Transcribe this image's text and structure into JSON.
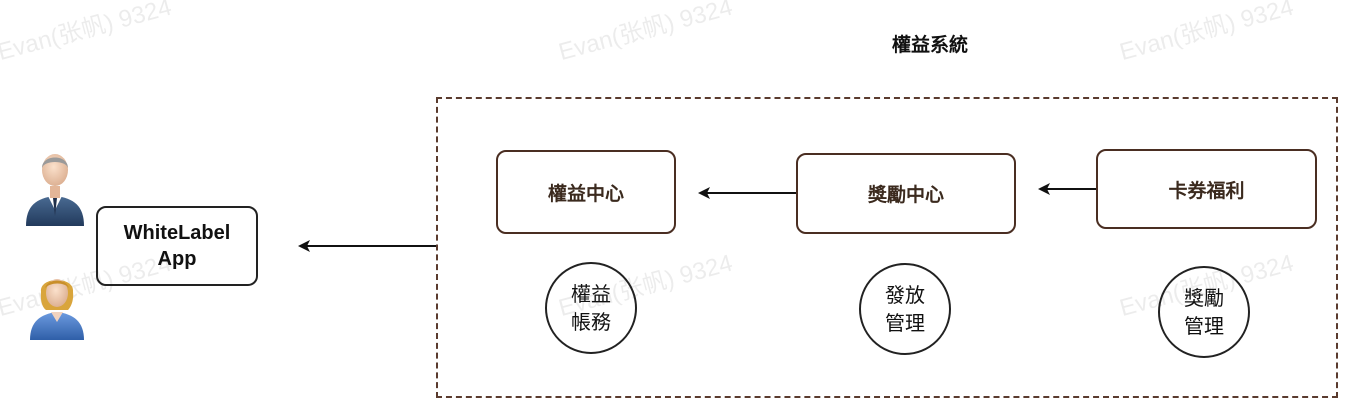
{
  "watermark": "Evan(张帆) 9324",
  "title": "權益系統",
  "app": {
    "line1": "WhiteLabel",
    "line2": "App"
  },
  "boxes": {
    "center": "權益中心",
    "reward": "獎勵中心",
    "coupon": "卡券福利"
  },
  "circles": {
    "account": {
      "line1": "權益",
      "line2": "帳務"
    },
    "issue": {
      "line1": "發放",
      "line2": "管理"
    },
    "reward_mgmt": {
      "line1": "獎勵",
      "line2": "管理"
    }
  },
  "colors": {
    "border": "#4a2e22",
    "frame": "#5a3b2e",
    "arrow": "#111111"
  },
  "icons": [
    "male-user-icon",
    "female-user-icon"
  ]
}
